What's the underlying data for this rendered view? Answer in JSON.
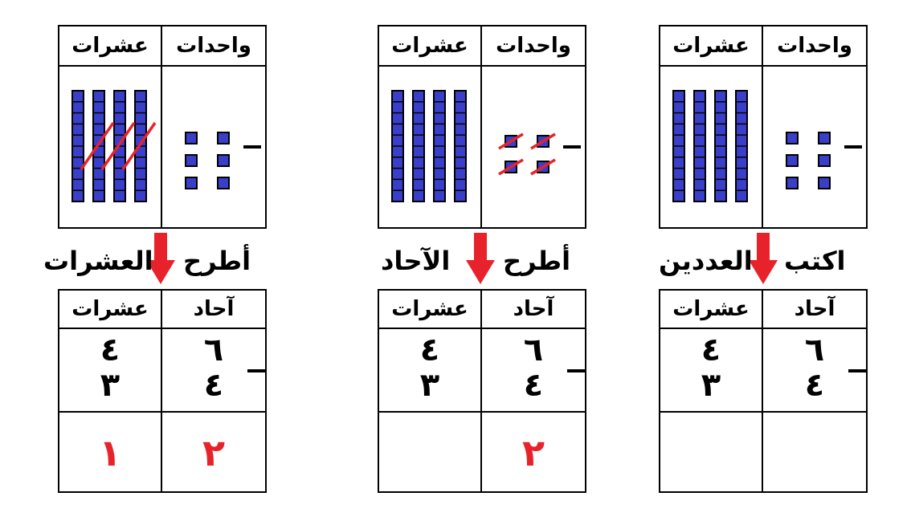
{
  "colors": {
    "block": "#3a3fc9",
    "block_line": "#000000",
    "slash": "#e8222a",
    "arrow": "#e8222a",
    "answer": "#e8222a"
  },
  "panels": [
    {
      "id": "right",
      "blocks_tens_label": "عشرات",
      "blocks_ones_label": "واحدات",
      "tens_rods": 4,
      "ones_units": 6,
      "crossed_tens": 0,
      "crossed_units": 0,
      "instruction_left": "العددين",
      "instruction_right": "اكتب",
      "table_tens_header": "عشرات",
      "table_ones_header": "آحاد",
      "minuend_tens": "٤",
      "minuend_ones": "٦",
      "subtrahend_tens": "٣",
      "subtrahend_ones": "٤",
      "minus_sign": "−",
      "result_tens": "",
      "result_ones": ""
    },
    {
      "id": "middle",
      "blocks_tens_label": "عشرات",
      "blocks_ones_label": "واحدات",
      "tens_rods": 4,
      "ones_units": 4,
      "crossed_tens": 0,
      "crossed_units": 4,
      "instruction_left": "الآحاد",
      "instruction_right": "أطرح",
      "table_tens_header": "عشرات",
      "table_ones_header": "آحاد",
      "minuend_tens": "٤",
      "minuend_ones": "٦",
      "subtrahend_tens": "٣",
      "subtrahend_ones": "٤",
      "minus_sign": "−",
      "result_tens": "",
      "result_ones": "٢"
    },
    {
      "id": "left",
      "blocks_tens_label": "عشرات",
      "blocks_ones_label": "واحدات",
      "tens_rods": 4,
      "ones_units": 6,
      "crossed_tens": 3,
      "crossed_units": 0,
      "instruction_left": "العشرات",
      "instruction_right": "أطرح",
      "table_tens_header": "عشرات",
      "table_ones_header": "آحاد",
      "minuend_tens": "٤",
      "minuend_ones": "٦",
      "subtrahend_tens": "٣",
      "subtrahend_ones": "٤",
      "minus_sign": "−",
      "result_tens": "١",
      "result_ones": "٢"
    }
  ]
}
